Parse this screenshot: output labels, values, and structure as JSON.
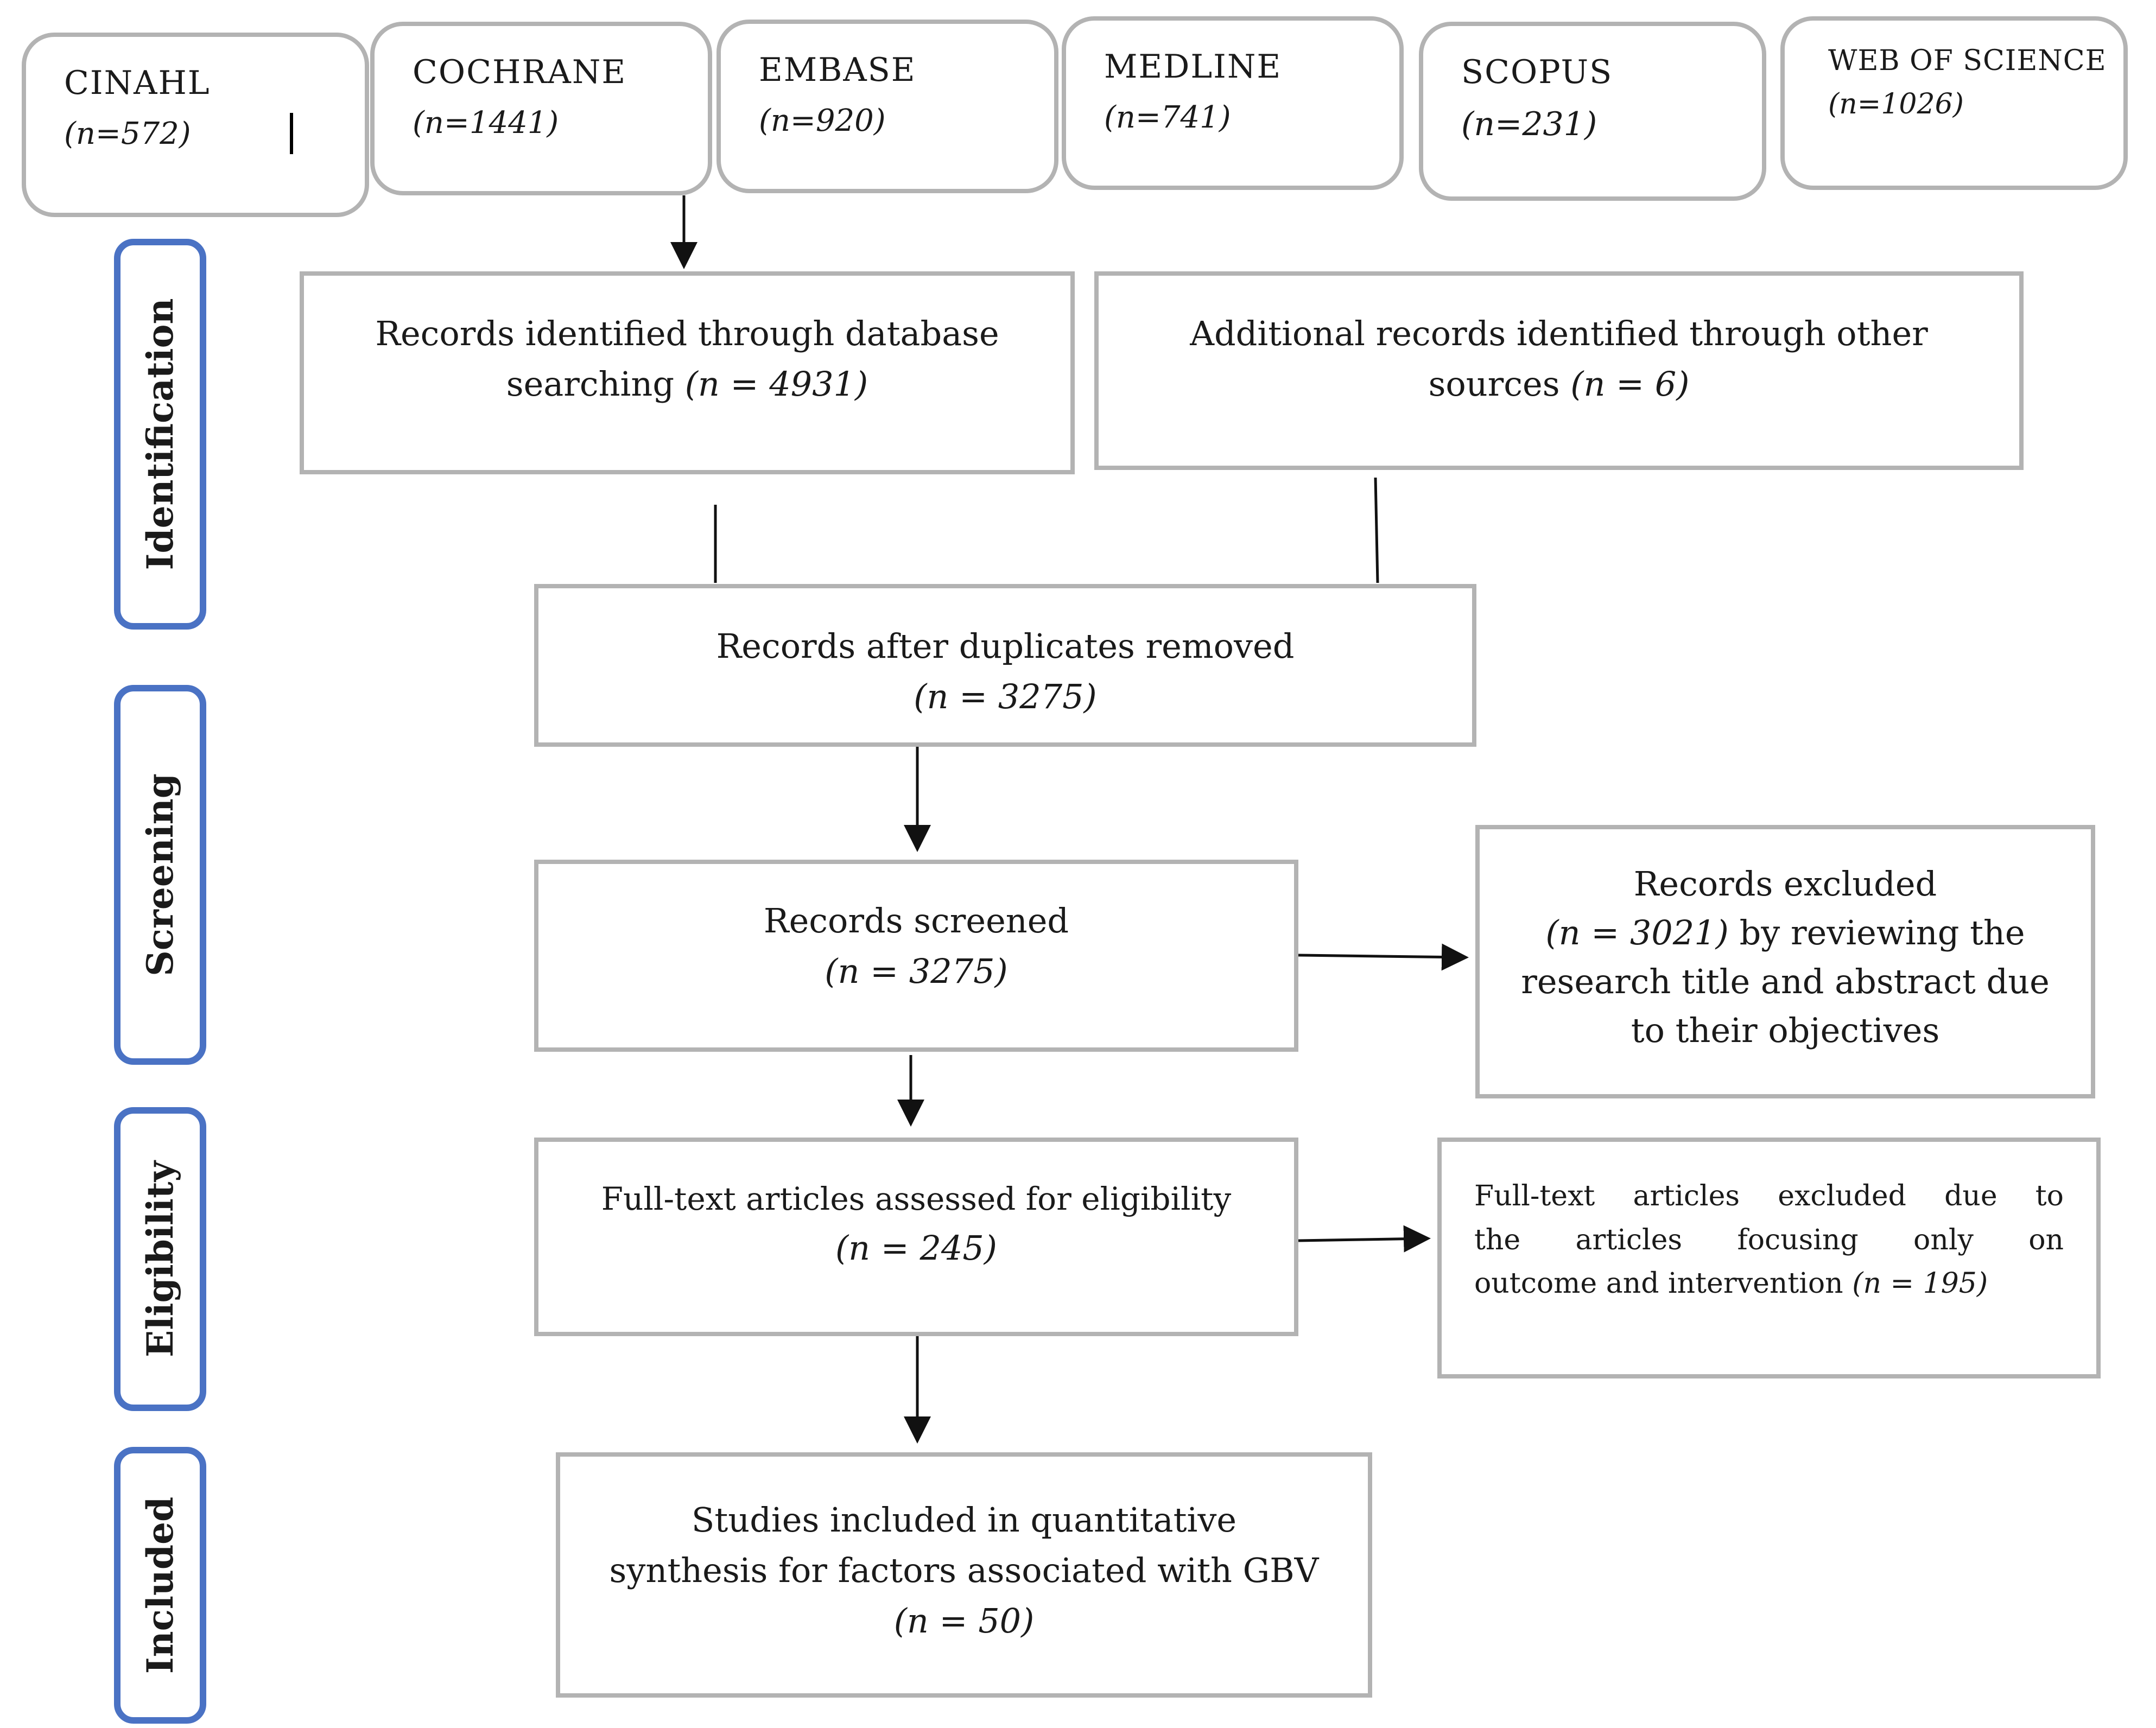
{
  "databases": [
    {
      "name": "CINAHL",
      "count": "(n=572)"
    },
    {
      "name": "COCHRANE",
      "count": "(n=1441)"
    },
    {
      "name": "EMBASE",
      "count": "(n=920)"
    },
    {
      "name": "MEDLINE",
      "count": "(n=741)"
    },
    {
      "name": "SCOPUS",
      "count": "(n=231)"
    },
    {
      "name": "WEB OF SCIENCE",
      "count": "(n=1026)"
    }
  ],
  "stages": {
    "identification": "Identification",
    "screening": "Screening",
    "eligibility": "Eligibility",
    "included": "Included"
  },
  "boxes": {
    "db_search": {
      "line1": "Records identified through database",
      "line2": "searching",
      "count": "(n = 4931)"
    },
    "other_sources": {
      "line1": "Additional records identified through other",
      "line2": "sources",
      "count": "(n = 6)"
    },
    "duplicates": {
      "text": "Records after duplicates removed",
      "count": "(n = 3275)"
    },
    "screened": {
      "text": "Records screened",
      "count": "(n = 3275)"
    },
    "excluded": {
      "title": "Records excluded",
      "count": "(n = 3021)",
      "rest1": "by reviewing the",
      "rest2": "research title and abstract due",
      "rest3": "to their objectives"
    },
    "fulltext": {
      "text": "Full-text articles assessed for eligibility",
      "count": "(n = 245)"
    },
    "fulltext_excluded": {
      "line1": "Full-text articles excluded due to",
      "line2": "the articles focusing only on",
      "line3": "outcome and intervention",
      "count": "(n = 195)"
    },
    "included": {
      "line1": "Studies included in quantitative",
      "line2": "synthesis for factors associated with GBV",
      "count": "(n = 50)"
    }
  }
}
